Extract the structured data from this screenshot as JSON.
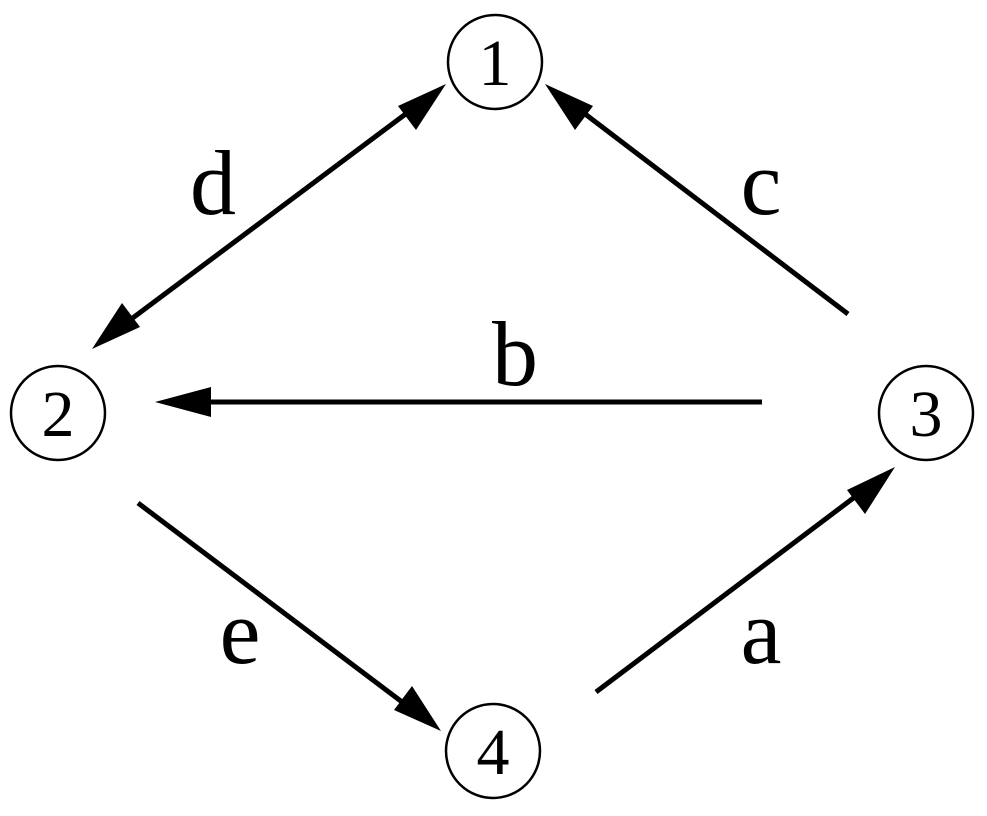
{
  "diagram": {
    "nodes": [
      {
        "id": "1",
        "label": "1"
      },
      {
        "id": "2",
        "label": "2"
      },
      {
        "id": "3",
        "label": "3"
      },
      {
        "id": "4",
        "label": "4"
      }
    ],
    "edges": [
      {
        "id": "a",
        "label": "a",
        "from": "4",
        "to": "3",
        "direction": "forward"
      },
      {
        "id": "b",
        "label": "b",
        "from": "3",
        "to": "2",
        "direction": "forward"
      },
      {
        "id": "c",
        "label": "c",
        "from": "3",
        "to": "1",
        "direction": "forward"
      },
      {
        "id": "d",
        "label": "d",
        "from": "2",
        "to": "1",
        "direction": "both"
      },
      {
        "id": "e",
        "label": "e",
        "from": "2",
        "to": "4",
        "direction": "forward"
      }
    ],
    "colors": {
      "stroke": "#000000",
      "background": "#ffffff"
    }
  }
}
